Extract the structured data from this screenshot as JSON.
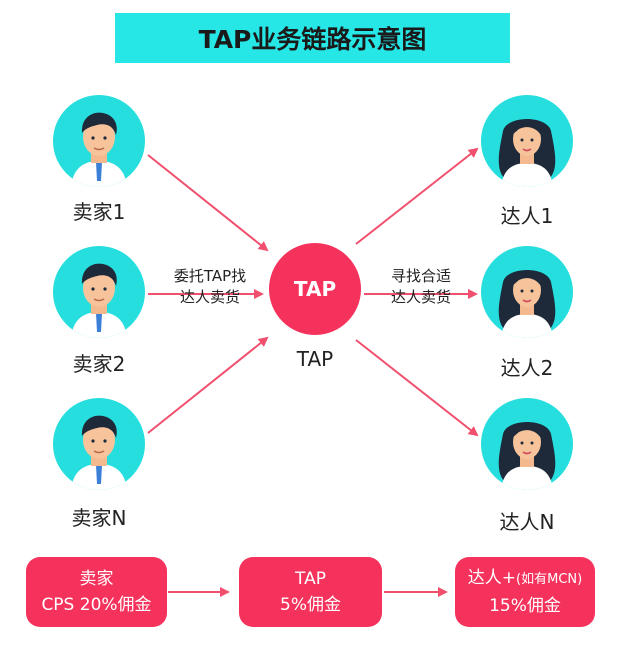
{
  "title": "TAP业务链路示意图",
  "sellers": [
    "卖家1",
    "卖家2",
    "卖家N"
  ],
  "creators": [
    "达人1",
    "达人2",
    "达人N"
  ],
  "hub": {
    "circle_text": "TAP",
    "label": "TAP"
  },
  "notes": {
    "left": {
      "line1": "委托TAP找",
      "line2": "达人卖货"
    },
    "right": {
      "line1": "寻找合适",
      "line2": "达人卖货"
    }
  },
  "commission": {
    "seller": {
      "line1": "卖家",
      "line2": "CPS 20%佣金"
    },
    "tap": {
      "line1": "TAP",
      "line2": "5%佣金"
    },
    "creator": {
      "line1_main": "达人+",
      "line1_small": "(如有MCN)",
      "line2": "15%佣金"
    }
  },
  "colors": {
    "accent": "#f5325c",
    "teal": "#26e6e6",
    "arrow": "#f0506e"
  },
  "icons": [
    "male-seller-avatar-icon",
    "female-creator-avatar-icon",
    "arrow-icon"
  ]
}
